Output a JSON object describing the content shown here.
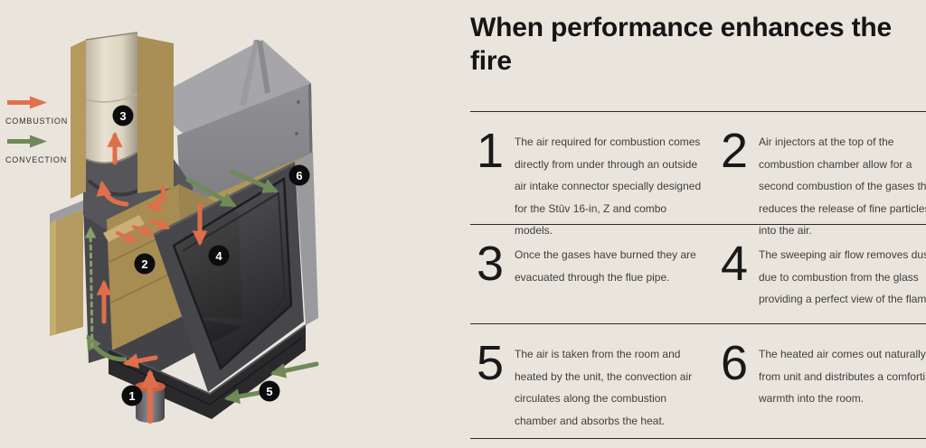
{
  "colors": {
    "background": "#eae5dc",
    "combustion": "#df6f4a",
    "convection": "#6f8a56",
    "divider": "#2b2b2b",
    "badge": "#0c0c0c",
    "heading_text": "#151515",
    "body_text": "#3e3e3e"
  },
  "legend": {
    "items": [
      {
        "id": "combustion",
        "label": "COMBUSTION",
        "icon": "right-arrow",
        "color": "#e0714d"
      },
      {
        "id": "convection",
        "label": "CONVECTION",
        "icon": "right-arrow",
        "color": "#6d8a58"
      }
    ]
  },
  "heading": "When performance enhances the fire",
  "steps": [
    {
      "number": "1",
      "text": "The air required for combustion comes directly from under through an outside air intake connector specially designed for the Stûv 16-in, Z and combo models."
    },
    {
      "number": "2",
      "text": "Air injectors at the top of the combustion chamber allow for a second combustion of the gases this reduces the release of fine particles into the air."
    },
    {
      "number": "3",
      "text": "Once the gases have burned they are evacuated through the flue pipe."
    },
    {
      "number": "4",
      "text": "The sweeping air flow removes dust due to combustion from the glass providing a perfect view of the flames."
    },
    {
      "number": "5",
      "text": "The air is taken from the room and heated by the unit, the convection air circulates along the combustion chamber and absorbs the heat."
    },
    {
      "number": "6",
      "text": "The heated air comes out naturally from unit and distributes a comforting warmth into the room."
    }
  ],
  "diagram": {
    "badges": [
      {
        "number": "1"
      },
      {
        "number": "2"
      },
      {
        "number": "3"
      },
      {
        "number": "4"
      },
      {
        "number": "5"
      },
      {
        "number": "6"
      }
    ]
  }
}
